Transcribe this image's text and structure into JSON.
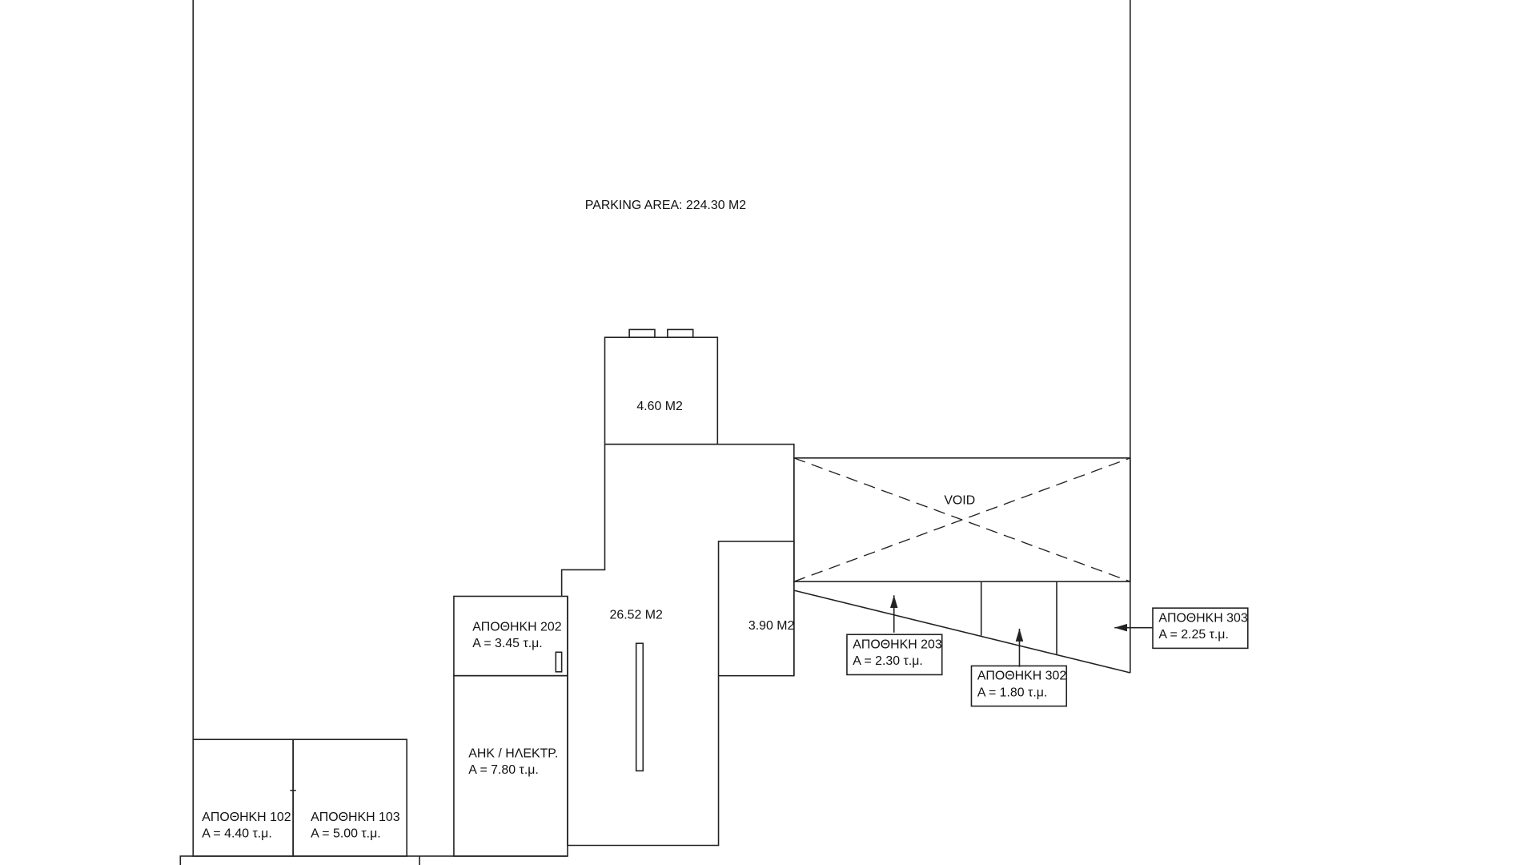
{
  "parking": {
    "label": "PARKING AREA: 224.30 M2"
  },
  "rooms": {
    "top_room": "4.60 M2",
    "main_room": "26.52 M2",
    "side_room": "3.90 M2",
    "void": "VOID"
  },
  "storage": {
    "s202": {
      "name": "ΑΠΟΘΗΚΗ 202",
      "area": "A = 3.45 τ.μ."
    },
    "ahk": {
      "name": "ΑΗΚ / ΗΛΕΚΤΡ.",
      "area": "A = 7.80 τ.μ."
    },
    "s102": {
      "name": "ΑΠΟΘΗΚΗ 102",
      "area": "A = 4.40 τ.μ."
    },
    "s103": {
      "name": "ΑΠΟΘΗΚΗ 103",
      "area": "A = 5.00 τ.μ."
    },
    "s203": {
      "name": "ΑΠΟΘΗΚΗ 203",
      "area": "A = 2.30 τ.μ."
    },
    "s302": {
      "name": "ΑΠΟΘΗΚΗ 302",
      "area": "A = 1.80 τ.μ."
    },
    "s303": {
      "name": "ΑΠΟΘΗΚΗ 303",
      "area": "A = 2.25 τ.μ."
    }
  }
}
